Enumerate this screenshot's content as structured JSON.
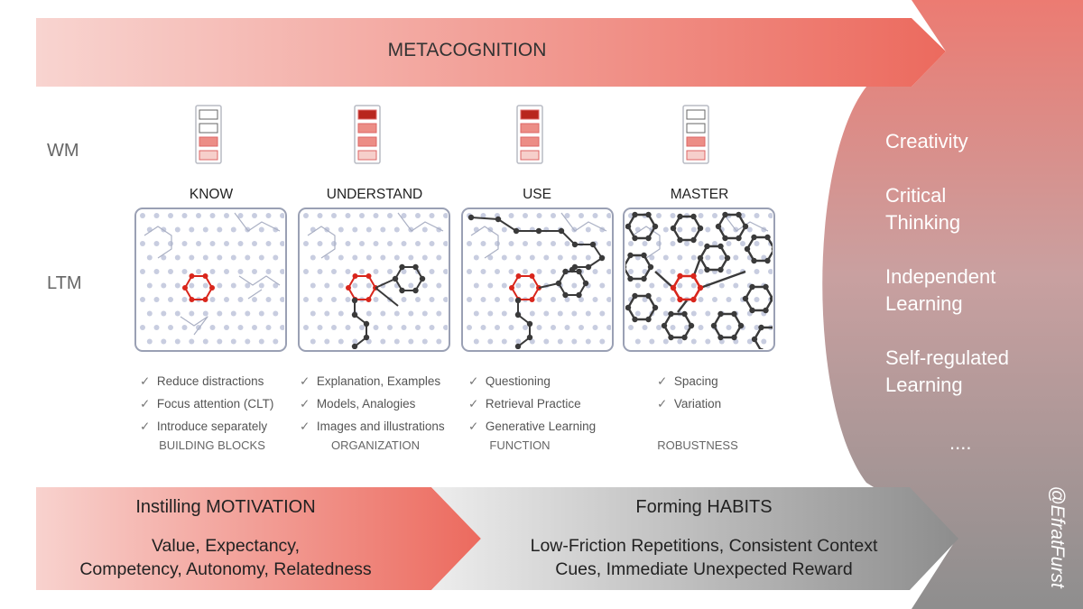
{
  "metacognition": {
    "label": "METACOGNITION"
  },
  "axes": {
    "wm": "WM",
    "ltm": "LTM"
  },
  "stages": [
    {
      "title": "KNOW",
      "checks": [
        "Reduce distractions",
        "Focus attention (CLT)",
        "Introduce separately"
      ],
      "caption": "BUILDING BLOCKS",
      "wm_levels": [
        "empty",
        "empty",
        "medium",
        "light"
      ]
    },
    {
      "title": "UNDERSTAND",
      "checks": [
        "Explanation, Examples",
        "Models, Analogies",
        "Images and illustrations"
      ],
      "caption": "ORGANIZATION",
      "wm_levels": [
        "dark",
        "medium",
        "medium",
        "light"
      ]
    },
    {
      "title": "USE",
      "checks": [
        "Questioning",
        "Retrieval Practice",
        "Generative Learning"
      ],
      "caption": "FUNCTION",
      "wm_levels": [
        "dark",
        "medium",
        "medium",
        "light"
      ]
    },
    {
      "title": "MASTER",
      "checks": [
        "Spacing",
        "Variation"
      ],
      "caption": "ROBUSTNESS",
      "wm_levels": [
        "empty",
        "empty",
        "medium",
        "light"
      ]
    }
  ],
  "outcomes": [
    [
      "Creativity"
    ],
    [
      "Critical",
      "Thinking"
    ],
    [
      "Independent",
      "Learning"
    ],
    [
      "Self-regulated",
      "Learning"
    ],
    [
      "...."
    ]
  ],
  "bottom": {
    "motivation": {
      "title": "Instilling MOTIVATION",
      "line1": "Value, Expectancy,",
      "line2": "Competency, Autonomy, Relatedness"
    },
    "habits": {
      "title": "Forming HABITS",
      "line1": "Low-Friction Repetitions, Consistent Context",
      "line2": "Cues, Immediate Unexpected Reward"
    }
  },
  "handle": "@EfratFurst",
  "colors": {
    "coral": "#ec6a5e",
    "pink": "#f8d0cc",
    "grey": "#8d8d8d",
    "lightGrey": "#ededed",
    "node": "#c8cde0",
    "dark": "#3a3a3a",
    "red": "#d9261c"
  }
}
